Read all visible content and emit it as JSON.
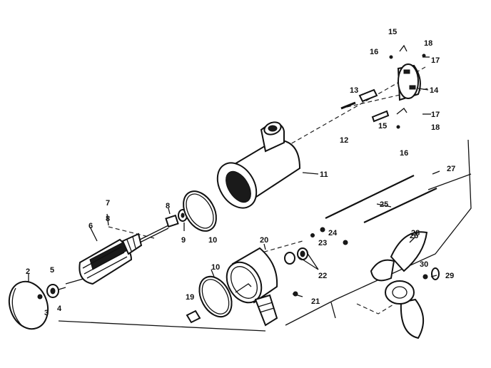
{
  "labels": {
    "p2": "2",
    "p3": "3",
    "p4": "4",
    "p5": "5",
    "p6": "6",
    "p7": "7",
    "p8": "8",
    "p8b": "8",
    "p9": "9",
    "p10": "10",
    "p10b": "10",
    "p11": "11",
    "p12": "12",
    "p13": "13",
    "p14": "14",
    "p15": "15",
    "p15b": "15",
    "p16": "16",
    "p16b": "16",
    "p17": "17",
    "p17b": "17",
    "p18": "18",
    "p18b": "18",
    "p19": "19",
    "p20": "20",
    "p21": "21",
    "p22": "22",
    "p23": "23",
    "p24": "24",
    "p25": "25",
    "p26": "26",
    "p27": "27",
    "p28": "28",
    "p29": "29",
    "p30": "30"
  },
  "colors": {
    "ink": "#111111",
    "paper": "#ffffff"
  }
}
